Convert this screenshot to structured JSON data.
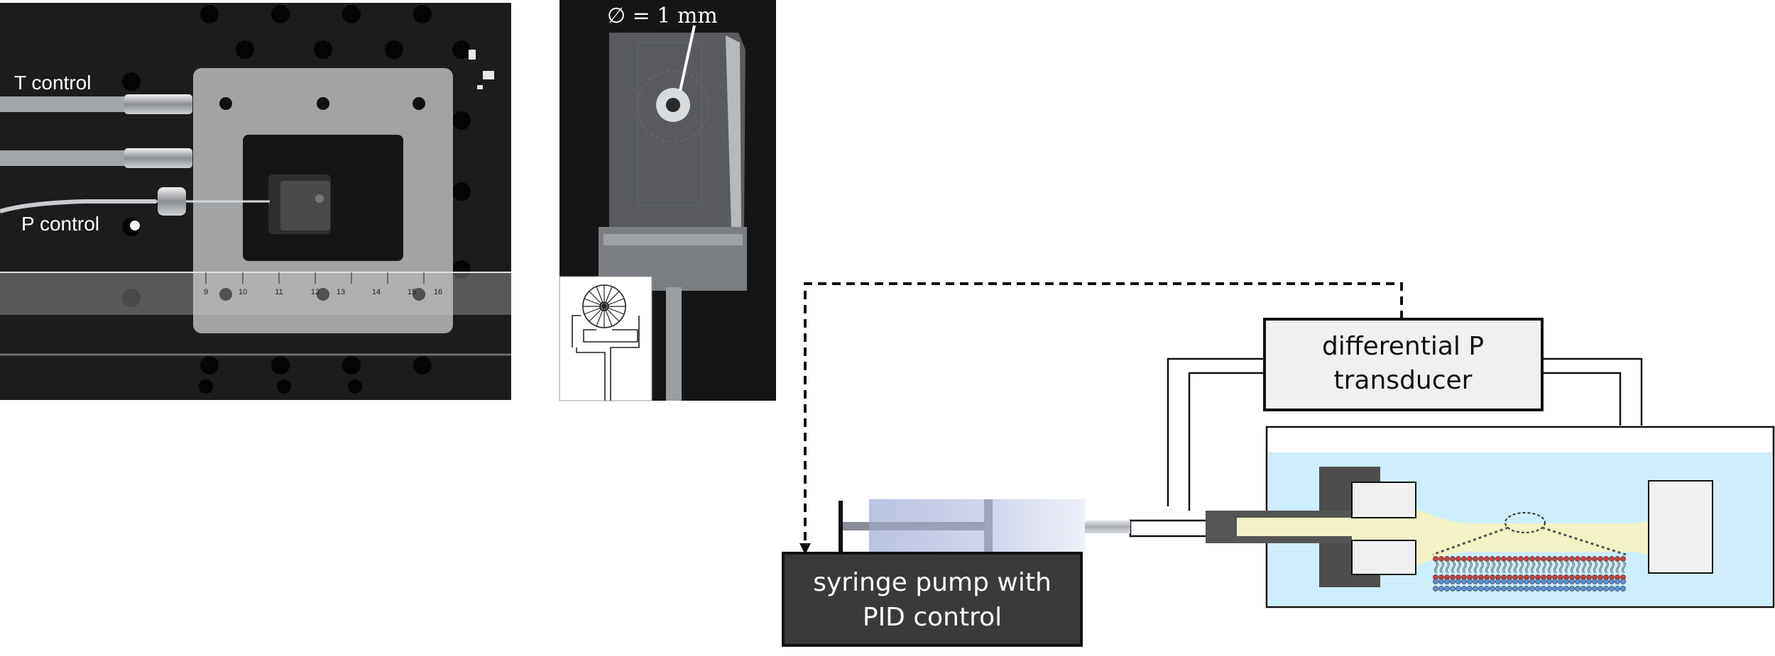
{
  "photo_setup": {
    "label_t": "T control",
    "label_p": "P control",
    "ruler_ticks": [
      "9",
      "10",
      "11",
      "12",
      "13",
      "14",
      "15",
      "16"
    ]
  },
  "photo_chip": {
    "diameter_label": "∅ = 1 mm"
  },
  "schematic": {
    "transducer_line1": "differential P",
    "transducer_line2": "transducer",
    "pump_line1": "syringe pump with",
    "pump_line2": "PID control"
  },
  "colors": {
    "photo_bg": "#1b1b1b",
    "plate": "#9a9c9e",
    "water": "#cdeefa",
    "liquid": "#f3f2c6",
    "syringe": "#c9cfe6",
    "pump_box": "#3a3a3a",
    "transducer_box": "#f0f0f0",
    "lipid_head_red": "#c8423c",
    "lipid_head_blue": "#5b8fd4"
  }
}
